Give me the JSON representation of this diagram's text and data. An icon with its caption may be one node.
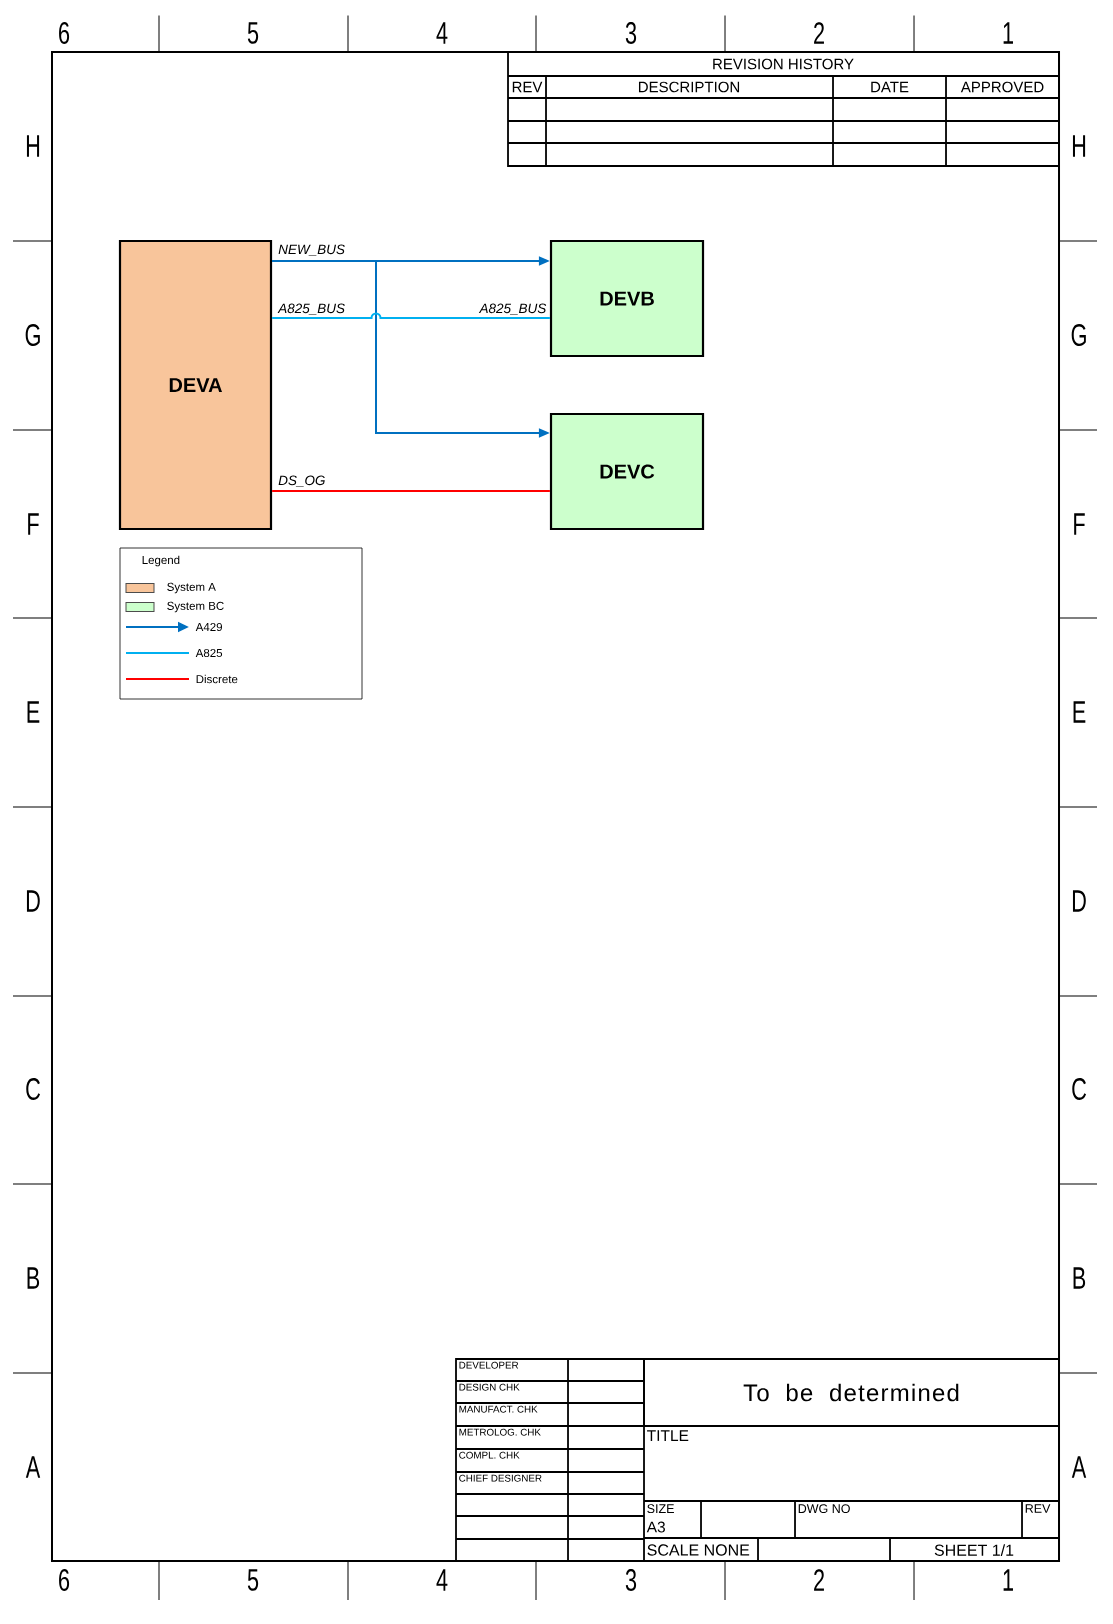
{
  "diagram": {
    "nodes": [
      {
        "text": [
          "DEVA"
        ]
      },
      {
        "text": [
          "DEVB"
        ]
      },
      {
        "text": [
          "DEVC"
        ]
      }
    ],
    "edges": [
      {
        "from": 0,
        "to": 1,
        "arrow": "to",
        "label": "NEW_BUS"
      },
      {
        "from": 0,
        "to": 2,
        "arrow": "to"
      },
      {
        "from": 0,
        "to": 1,
        "arrow": "none",
        "label": "A825_BUS",
        "color": "#00b0f0"
      },
      {
        "from": 0,
        "to": 2,
        "arrow": "none",
        "label": "DS_OG",
        "color": "#ff0000"
      }
    ],
    "labels": [
      "6",
      "5",
      "4",
      "3",
      "2",
      "1",
      "REVISION HISTORY",
      "REV",
      "DESCRIPTION",
      "DATE",
      "APPROVED",
      "H",
      "H",
      "A825_BUS",
      "G",
      "G",
      "F",
      "F",
      "Legend",
      "E",
      "E",
      "D",
      "D",
      "C",
      "C",
      "B",
      "B",
      "DEVELOPER",
      "To be determined",
      "DESIGN CHK",
      "MANUFACT. CHK",
      "METROLOG. CHK",
      "TITLE",
      "COMPL. CHK",
      "A",
      "A",
      "CHIEF DESIGNER",
      "SIZE",
      "DWG NO",
      "REV",
      "A3",
      "SCALE NONE",
      "SHEET 1/1",
      "6",
      "5",
      "4",
      "3",
      "2",
      "1"
    ],
    "legend": [
      {
        "text": "System A",
        "color": "#f8c59b"
      },
      {
        "text": "System BC",
        "color": "#ccffcc"
      },
      {
        "text": "A429"
      },
      {
        "text": "A825"
      },
      {
        "text": "Discrete"
      }
    ]
  }
}
